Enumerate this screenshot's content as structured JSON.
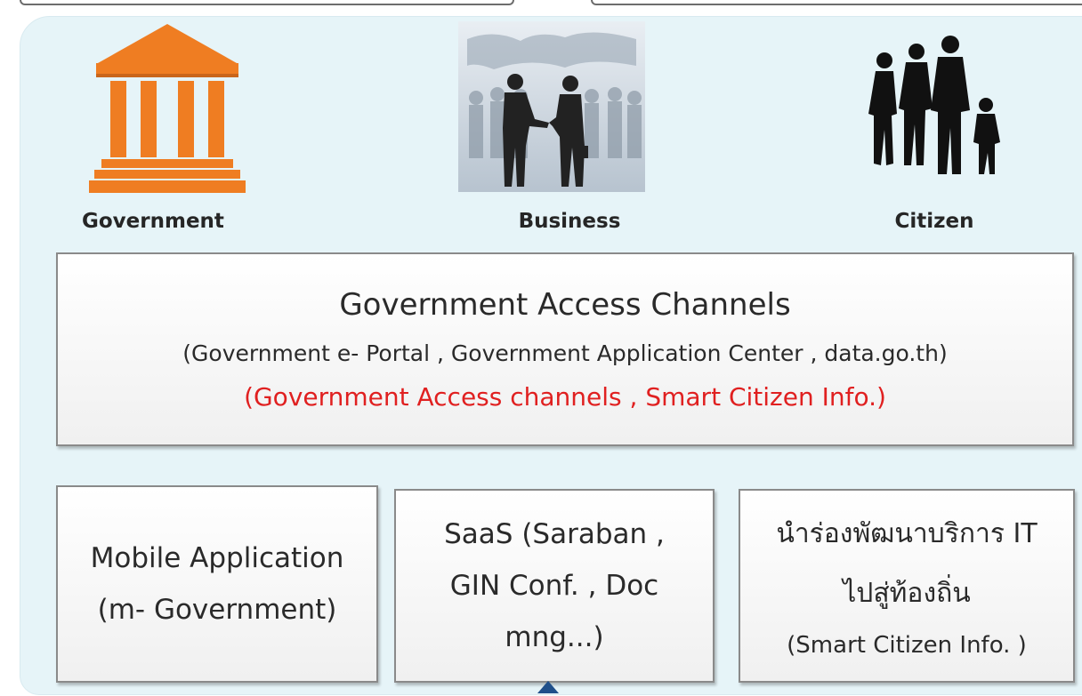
{
  "actors": [
    {
      "label": "Government",
      "icon": "government-building-icon",
      "color": "#ef7d22"
    },
    {
      "label": "Business",
      "icon": "business-handshake-icon"
    },
    {
      "label": "Citizen",
      "icon": "family-walking-icon"
    }
  ],
  "access_box": {
    "title": "Government Access Channels",
    "subtitle": "(Government e- Portal , Government  Application Center , data.go.th)",
    "note": "(Government Access channels  , Smart Citizen Info.)"
  },
  "service_boxes": [
    {
      "lines": [
        "Mobile Application",
        "(m- Government)"
      ]
    },
    {
      "lines": [
        "SaaS (Saraban ,",
        "GIN Conf. , Doc",
        "mng...)"
      ]
    },
    {
      "lines": [
        "นำร่องพัฒนาบริการ IT",
        "ไปสู่ท้องถิ่น",
        "(Smart Citizen Info. )"
      ]
    }
  ],
  "colors": {
    "panel": "#e6f4f8",
    "accent_red": "#e02020",
    "gov_orange": "#ef7d22"
  }
}
